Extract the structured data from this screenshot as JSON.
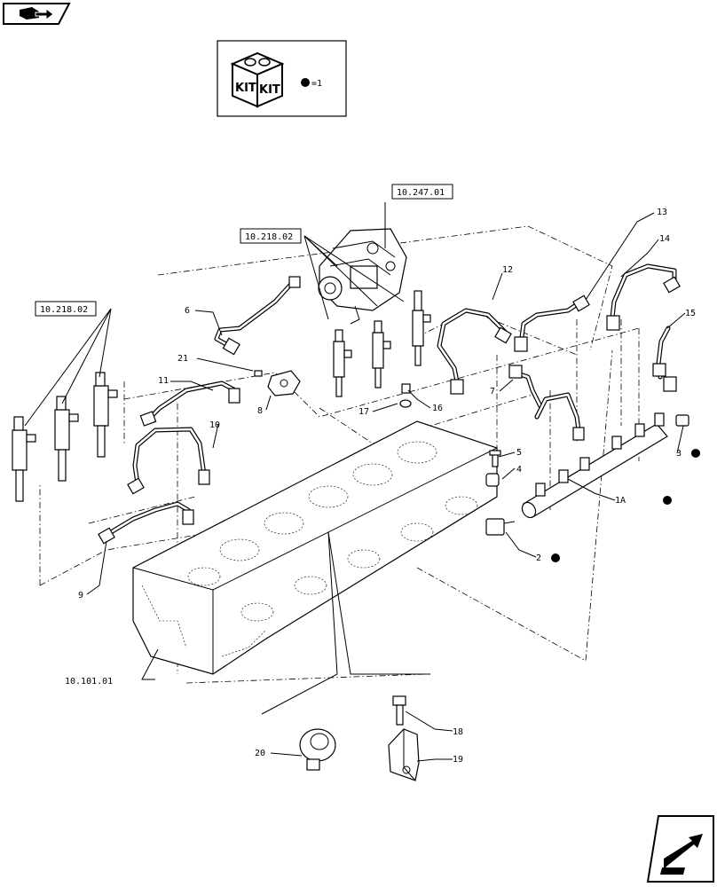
{
  "kit_box": {
    "kit_text_left": "KIT",
    "kit_text_right": "KIT",
    "legend_value": "=1"
  },
  "refs": {
    "pump_ref": "10.247.01",
    "pump_injector_ref": "10.218.02",
    "left_injector_ref": "10.218.02",
    "engine_block_ref": "10.101.01"
  },
  "callouts": {
    "c1": "1A",
    "c2": "2",
    "c3": "3",
    "c4": "4",
    "c5": "5",
    "c6": "6",
    "c7": "7",
    "c8": "8",
    "c9": "9",
    "c10": "10",
    "c11": "11",
    "c12": "12",
    "c13": "13",
    "c14": "14",
    "c15": "15",
    "c16": "16",
    "c17": "17",
    "c18": "18",
    "c19": "19",
    "c20": "20",
    "c21": "21"
  },
  "icons": {
    "top_left": "book-arrow-icon",
    "bottom_right": "next-page-arrow-icon"
  }
}
